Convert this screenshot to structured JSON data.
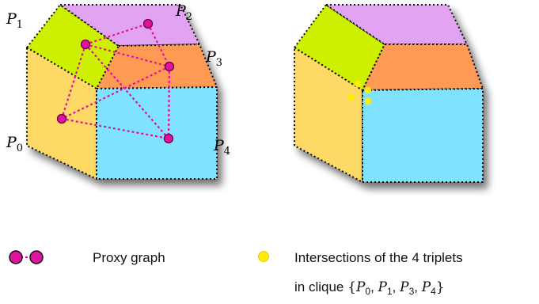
{
  "labels": {
    "p0": "P",
    "p0_sub": "0",
    "p1": "P",
    "p1_sub": "1",
    "p2": "P",
    "p2_sub": "2",
    "p3": "P",
    "p3_sub": "3",
    "p4": "P",
    "p4_sub": "4"
  },
  "legend": {
    "proxy_label": "Proxy graph",
    "intersections_line1": "Intersections of the 4 triplets",
    "intersections_line2_prefix": "in clique ",
    "clique_open": "{",
    "clique_p0": "P",
    "clique_p0_sub": "0",
    "clique_p1": "P",
    "clique_p1_sub": "1",
    "clique_p3": "P",
    "clique_p3_sub": "3",
    "clique_p4": "P",
    "clique_p4_sub": "4",
    "clique_sep": ", ",
    "clique_close": "}"
  },
  "colors": {
    "face_p0": "#ffd966",
    "face_p1": "#ccf000",
    "face_p2": "#e3a3f3",
    "face_p3": "#ff9a55",
    "face_p4": "#7fe3ff",
    "proxy": "#e0139e",
    "intersection": "#ffee00"
  }
}
